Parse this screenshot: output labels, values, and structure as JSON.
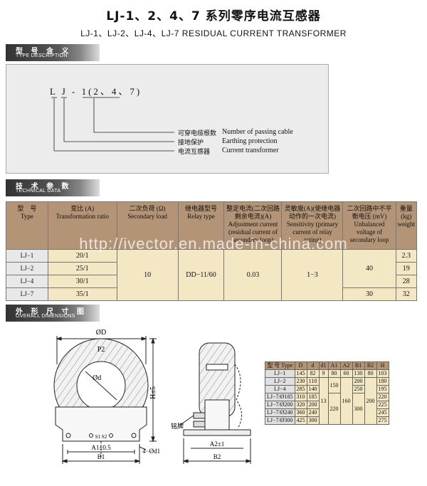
{
  "title": "LJ-1、2、4、7 系列零序电流互感器",
  "subtitle": "LJ-1、LJ-2、LJ-4、LJ-7 RESIDUAL CURRENT TRANSFORMER",
  "sections": {
    "type_desc": {
      "cn": "型 号 含 义",
      "en": "TYPE DESCRIPTION"
    },
    "tech_data": {
      "cn": "技 术 参 数",
      "en": "TECHNICAL DATA"
    },
    "overall_dim": {
      "cn": "外 形 尺 寸 图",
      "en": "OVERALL DIMENSIONS"
    }
  },
  "model_code": "L J - 1(2、4、7)",
  "legend": [
    {
      "cn": "可穿电缆根数",
      "en": "Number of passing cable"
    },
    {
      "cn": "接地保护",
      "en": "Earthing protection"
    },
    {
      "cn": "电流互感器",
      "en": "Current transformer"
    }
  ],
  "tech_table": {
    "headers": [
      {
        "cn": "型　号",
        "en": "Type"
      },
      {
        "cn": "变比 (A)",
        "en": "Transformation ratio"
      },
      {
        "cn": "二次负荷 (Ω)",
        "en": "Secondary load"
      },
      {
        "cn": "继电器型号",
        "en": "Relay type"
      },
      {
        "cn": "整定电流(二次回路剩余电流)(A)",
        "en": "Adjustment current (residual current of secondary loop)"
      },
      {
        "cn": "灵敏度(A)(使继电器动作的一次电流)",
        "en": "Sensitivity (primary current of relay acting)"
      },
      {
        "cn": "二次回路中不平衡电压 (mV)",
        "en": "Unbalanced voltage of secondary loop"
      },
      {
        "cn": "重量 (kg)",
        "en": "weight"
      }
    ],
    "rows": [
      {
        "type": "LJ−1",
        "ratio": "20/1",
        "weight": "2.3"
      },
      {
        "type": "LJ−2",
        "ratio": "25/1",
        "weight": "19"
      },
      {
        "type": "LJ−4",
        "ratio": "30/1",
        "weight": "28"
      },
      {
        "type": "LJ−7",
        "ratio": "35/1",
        "weight": "32"
      }
    ],
    "secondary_load": "10",
    "relay_type": "DD−11/60",
    "adjustment_current": "0.03",
    "sensitivity": "1−3",
    "unbalanced_a": "40",
    "unbalanced_b": "30"
  },
  "watermark": "http://ivector.en.made-in-china.com",
  "drawing": {
    "od": "ØD",
    "p2": "P2",
    "phi_d": "Ød",
    "h": "H±5",
    "s": "S1 S2",
    "a1": "A1±0.5",
    "b1": "B1",
    "d1": "4−Ød1",
    "nameplate": "铭牌",
    "a2": "A2±1",
    "b2": "B2"
  },
  "dims_table": {
    "headers": [
      "型 号 Type",
      "D",
      "d",
      "d1",
      "A1",
      "A2",
      "B1",
      "B2",
      "H"
    ],
    "types": [
      "LJ−1",
      "LJ−2",
      "LJ−4",
      "LJ−7/Ø185",
      "LJ−7/Ø200",
      "LJ−7/Ø240",
      "LJ−7/Ø300"
    ],
    "D": [
      "145",
      "230",
      "285",
      "310",
      "320",
      "360",
      "425"
    ],
    "d": [
      "82",
      "110",
      "140",
      "185",
      "200",
      "240",
      "300"
    ],
    "d1_first": "9",
    "d1_rest": "13",
    "A1_first": "80",
    "A1_second": "150",
    "A1_rest": "220",
    "A2_first": "60",
    "A2_rest": "160",
    "B1": [
      "130",
      "200",
      "250",
      "300"
    ],
    "B2_first": "80",
    "B2_rest": "200",
    "H": [
      "103",
      "180",
      "195",
      "220",
      "225",
      "245",
      "275"
    ]
  }
}
